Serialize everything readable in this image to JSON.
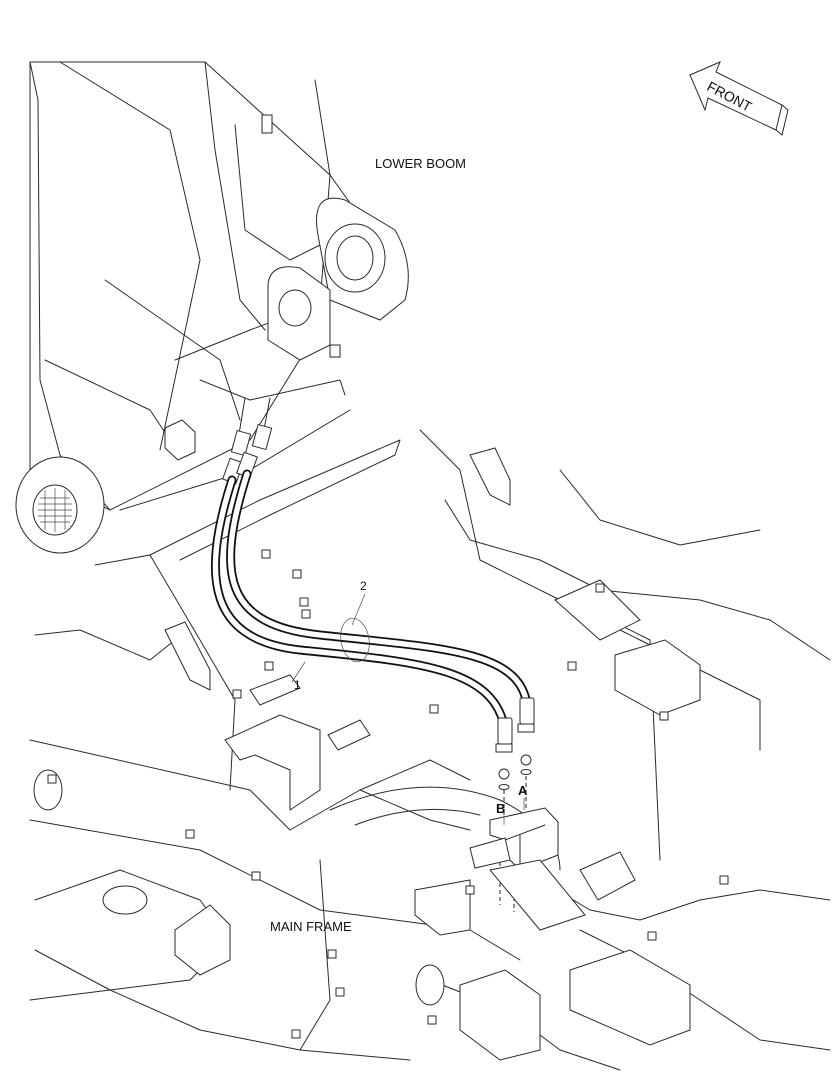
{
  "labels": {
    "lower_boom": "LOWER BOOM",
    "main_frame": "MAIN FRAME",
    "front": "FRONT",
    "port_a": "A",
    "port_b": "B",
    "part_1": "1",
    "part_2": "2"
  },
  "colors": {
    "line": "#2a2a2a",
    "background": "#ffffff"
  }
}
